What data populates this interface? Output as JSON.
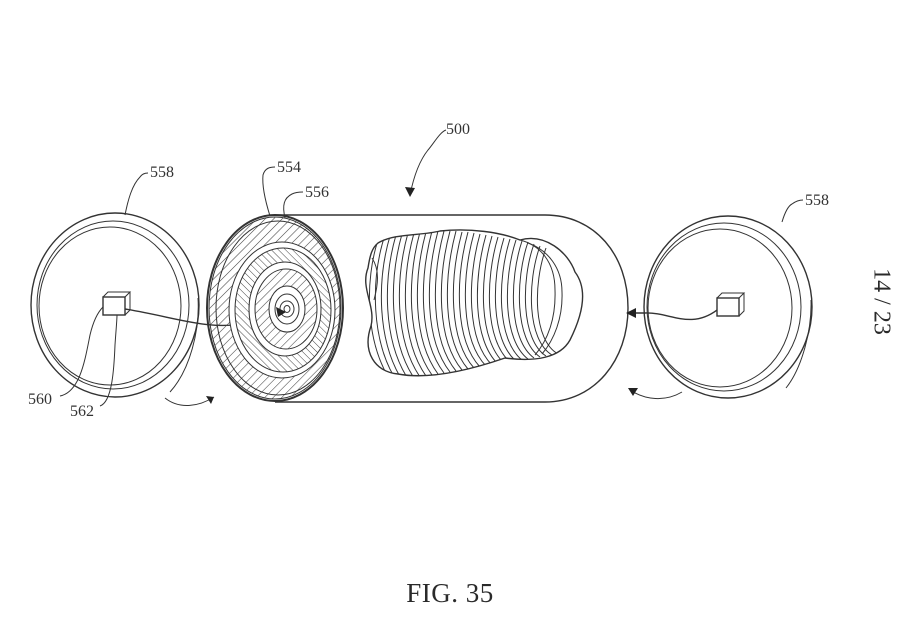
{
  "figure": {
    "caption": "FIG. 35",
    "sheet": "14 / 23"
  },
  "reference_numerals": {
    "device": "500",
    "left_cap": "558",
    "right_cap": "558",
    "outer_layer": "554",
    "inner_layer": "556",
    "sensor": "560",
    "lead": "562"
  }
}
